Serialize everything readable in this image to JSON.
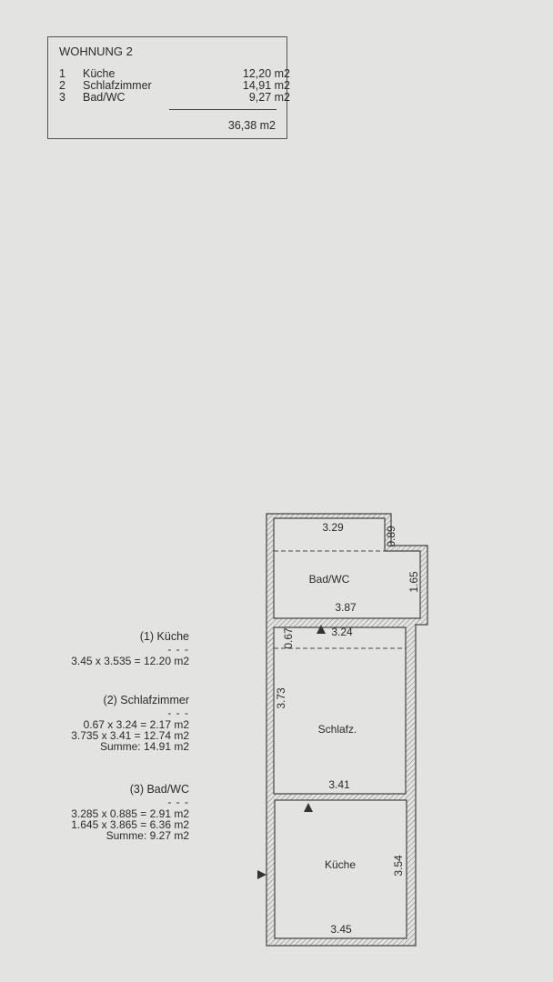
{
  "summary": {
    "title": "WOHNUNG 2",
    "rooms": [
      {
        "number": "1",
        "name": "Küche",
        "area": "12,20 m2"
      },
      {
        "number": "2",
        "name": "Schlafzimmer",
        "area": "14,91 m2"
      },
      {
        "number": "3",
        "name": "Bad/WC",
        "area": "9,27 m2"
      }
    ],
    "total": "36,38 m2"
  },
  "calculations": [
    {
      "heading": "(1) Küche",
      "separator": "- - -",
      "lines": [
        "3.45 x 3.535 = 12.20 m2"
      ]
    },
    {
      "heading": "(2) Schlafzimmer",
      "separator": "- - -",
      "lines": [
        "0.67 x 3.24 = 2.17 m2",
        "3.735 x 3.41 = 12.74 m2",
        "Summe: 14.91 m2"
      ]
    },
    {
      "heading": "(3) Bad/WC",
      "separator": "- - -",
      "lines": [
        "3.285 x 0.885 = 2.91 m2",
        "1.645 x 3.865 = 6.36 m2",
        "Summe: 9.27 m2"
      ]
    }
  ],
  "plan": {
    "bad": {
      "label": "Bad/WC",
      "dims": [
        "3.29",
        "0.89",
        "1.65",
        "3.87"
      ]
    },
    "schlafz": {
      "label": "Schlafz.",
      "dims": [
        "0.67",
        "3.24",
        "3.73",
        "3.41"
      ]
    },
    "kueche": {
      "label": "Küche",
      "dims": [
        "3.54",
        "3.45"
      ]
    }
  }
}
